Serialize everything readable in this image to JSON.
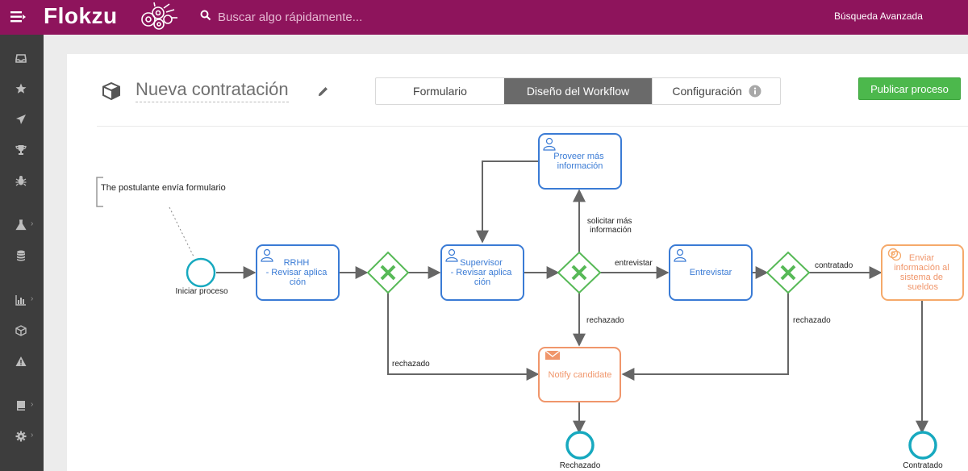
{
  "header": {
    "logo": "Flokzu",
    "search_placeholder": "Buscar algo rápidamente...",
    "advanced_search": "Búsqueda Avanzada"
  },
  "sidebar": {
    "items": [
      {
        "icon": "inbox-icon"
      },
      {
        "icon": "star-icon"
      },
      {
        "icon": "send-icon"
      },
      {
        "icon": "trophy-icon"
      },
      {
        "icon": "bug-icon"
      },
      {
        "icon": "flask-icon"
      },
      {
        "icon": "database-icon"
      },
      {
        "icon": "chart-icon"
      },
      {
        "icon": "cube-icon"
      },
      {
        "icon": "warning-icon"
      },
      {
        "icon": "book-icon"
      },
      {
        "icon": "gear-icon"
      }
    ]
  },
  "process": {
    "title": "Nueva contratación"
  },
  "tabs": [
    {
      "label": "Formulario",
      "active": false
    },
    {
      "label": "Diseño del Workflow",
      "active": true
    },
    {
      "label": "Configuración",
      "active": false
    }
  ],
  "publish_label": "Publicar proceso",
  "diagram": {
    "annotation": "The postulante envía formulario",
    "events": {
      "start": "Iniciar proceso",
      "end_rejected": "Rechazado",
      "end_hired": "Contratado"
    },
    "tasks": {
      "rrhh": [
        "RRHH",
        "- Revisar aplica",
        "ción"
      ],
      "supervisor": [
        "Supervisor",
        "- Revisar aplica",
        "ción"
      ],
      "proveer": [
        "Proveer más",
        "información"
      ],
      "entrevistar": [
        "Entrevistar"
      ],
      "notify": [
        "Notify candidate"
      ],
      "enviar": [
        "Enviar",
        "información al",
        "sistema de",
        "sueldos"
      ]
    },
    "flows": {
      "rechazado_1": "rechazado",
      "solicitar": [
        "solicitar más",
        "información"
      ],
      "entrevistar": "entrevistar",
      "rechazado_2": "rechazado",
      "contratado": "contratado",
      "rechazado_3": "rechazado"
    },
    "colors": {
      "task_blue": "#3a7bd5",
      "task_orange": "#f0966b",
      "task_orange2": "#f5a96a",
      "gateway": "#57b957",
      "event": "#17a9bf"
    }
  }
}
